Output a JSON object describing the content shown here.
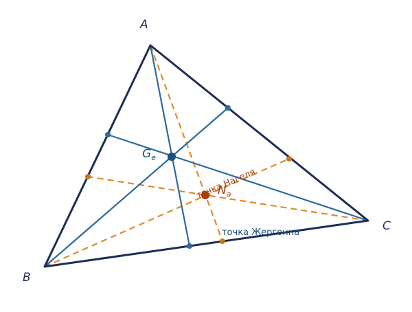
{
  "vertices": {
    "A": {
      "label": "A"
    },
    "B": {
      "label": "B"
    },
    "C": {
      "label": "C"
    }
  },
  "gergonne": {
    "symbol": "G",
    "subscript": "e",
    "caption": "точка Жергонна"
  },
  "nagel": {
    "symbol": "N",
    "subscript": "a",
    "caption": "точка Нагеля"
  },
  "colors": {
    "triangle": "#1f2d55",
    "gergonne_lines": "#2e6aa0",
    "nagel_lines": "#e08a2c",
    "gergonne_point": "#1f4e79",
    "nagel_point": "#a4400c",
    "gergonne_caption": "#1f4e79",
    "nagel_caption": "#a4400c"
  }
}
